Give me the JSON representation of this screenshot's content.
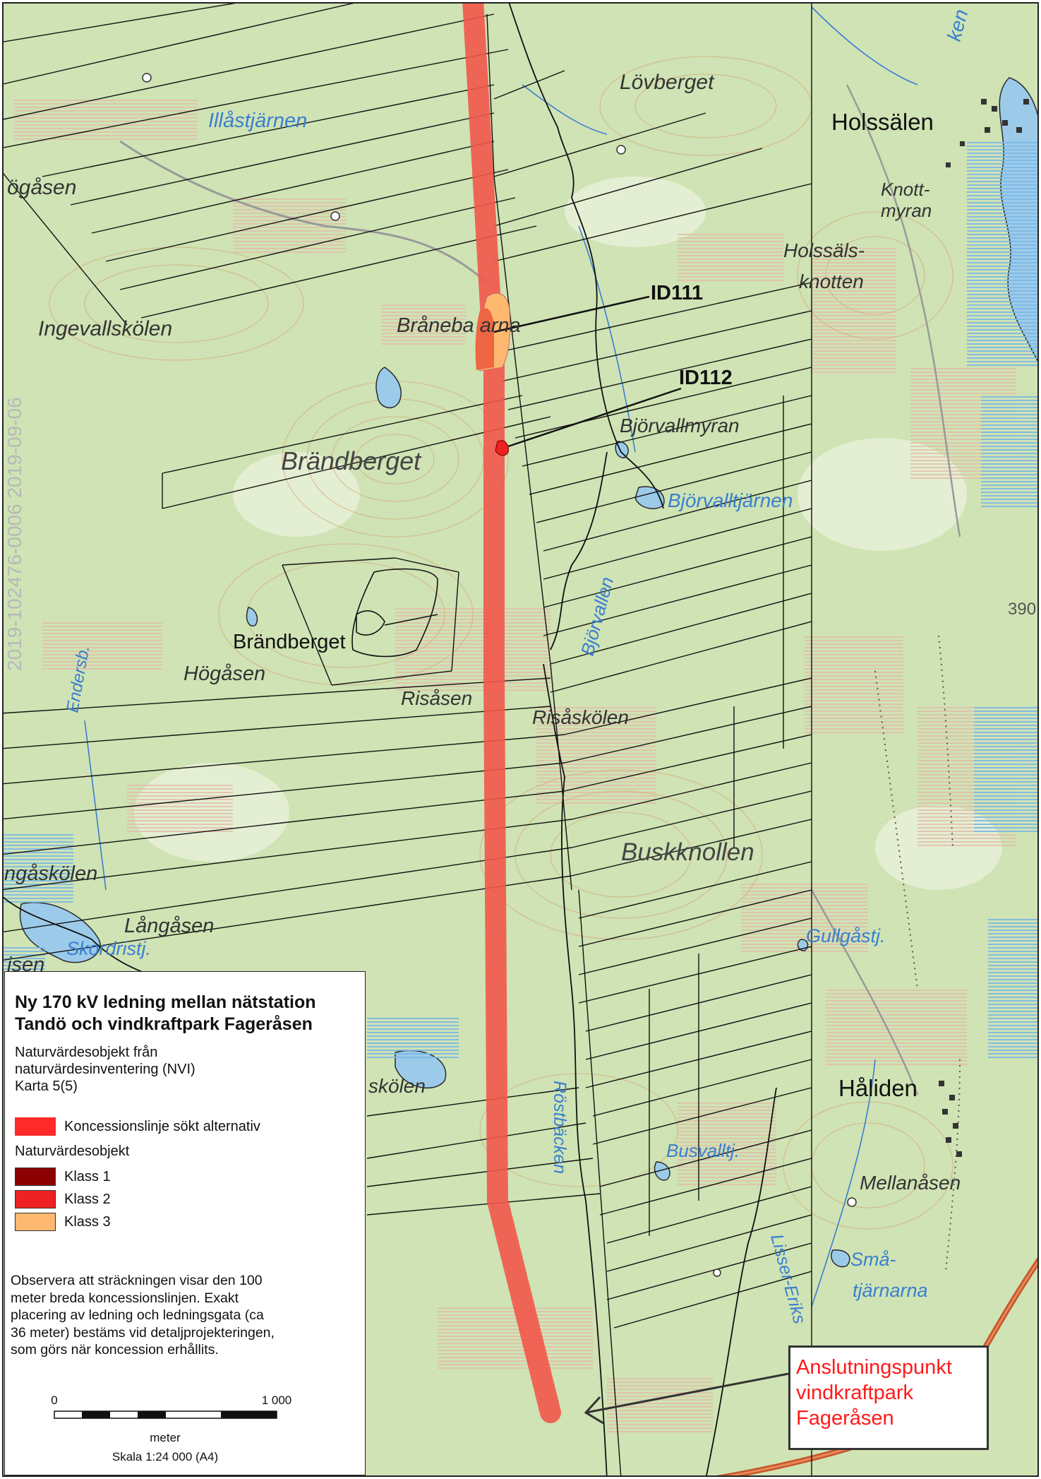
{
  "map": {
    "labels": {
      "lovberget": "Lövberget",
      "illastjarnen": "Illåstjärnen",
      "ogasen": "ögåsen",
      "holssalen": "Holssälen",
      "knottmyran1": "Knott-",
      "knottmyran2": "myran",
      "holssals1": "Holssäls-",
      "holssals2": "knotten",
      "ingevallskolen": "Ingevallskölen",
      "branebacken": "Bråneba   arna",
      "id111": "ID111",
      "id112": "ID112",
      "bjorvallmyran": "Björvallmyran",
      "brandberget_big": "Brändberget",
      "bjorvalltjarnen": "Björvalltjärnen",
      "bjorvallen": "Björvallen",
      "brandberget_small": "Brändberget",
      "hogasen": "Högåsen",
      "risasen": "Risåsen",
      "risaskolen": "Risåskölen",
      "endersb": "Endersb.",
      "buskknollen": "Buskknollen",
      "langaskolen": "ngåskölen",
      "langasen": "Långåsen",
      "skordristj": "Skordristj.",
      "isen": "isen",
      "gullgastj": "Gullgåstj.",
      "skolen": "skölen",
      "rostbacken": "Röstbäcken",
      "haliden": "Håliden",
      "busvalltj": "Busvalltj.",
      "mellanasen": "Mellanåsen",
      "sma1": "Små-",
      "sma2": "tjärnarna",
      "lisseriks": "Lisser-Eriks",
      "elev": "390",
      "ken": "ken"
    },
    "colors": {
      "forest": "#cfe3b4",
      "water": "#9ccbea",
      "route": "#f2564a",
      "klass1": "#8b0000",
      "klass2": "#ee2222",
      "klass3": "#ffb870",
      "water_text": "#3a7fd0"
    }
  },
  "legend": {
    "title_1": "Ny 170 kV ledning mellan nätstation",
    "title_2": "Tandö och vindkraftpark Fageråsen",
    "sub_1": "Naturvärdesobjekt från",
    "sub_2": "naturvärdesinventering (NVI)",
    "sub_3": "Karta 5(5)",
    "concession": "Koncessionslinje sökt alternativ",
    "objects_header": "Naturvärdesobjekt",
    "klass1": "Klass 1",
    "klass2": "Klass 2",
    "klass3": "Klass 3",
    "note_1": "Observera att sträckningen visar den 100",
    "note_2": "meter breda koncessionslinjen. Exakt",
    "note_3": "placering av ledning och ledningsgata (ca",
    "note_4": "36 meter)  bestäms vid detaljprojekteringen,",
    "note_5": "som görs när koncession erhållits.",
    "scale_zero": "0",
    "scale_max": "1 000",
    "scale_unit": "meter",
    "scale_text": "Skala 1:24 000 (A4)"
  },
  "callout": {
    "line1": "Anslutningspunkt",
    "line2": "vindkraftpark",
    "line3": "Fageråsen"
  },
  "watermark": "2019-102476-0006   2019-09-06"
}
